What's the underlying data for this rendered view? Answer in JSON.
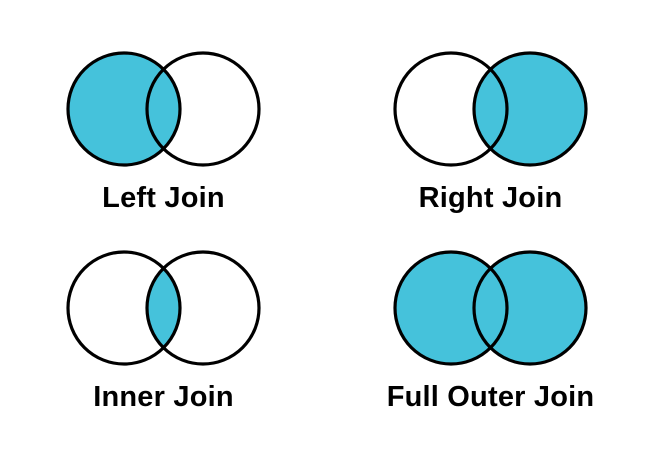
{
  "page": {
    "background_color": "#ffffff",
    "text_color": "#000000"
  },
  "venn_style": {
    "fill_color": "#45C2DB",
    "empty_color": "#ffffff",
    "outline_color": "#000000"
  },
  "diagrams": [
    {
      "label": "Left Join",
      "filled": "left"
    },
    {
      "label": "Right Join",
      "filled": "right"
    },
    {
      "label": "Inner Join",
      "filled": "intersection"
    },
    {
      "label": "Full Outer Join",
      "filled": "both"
    }
  ]
}
